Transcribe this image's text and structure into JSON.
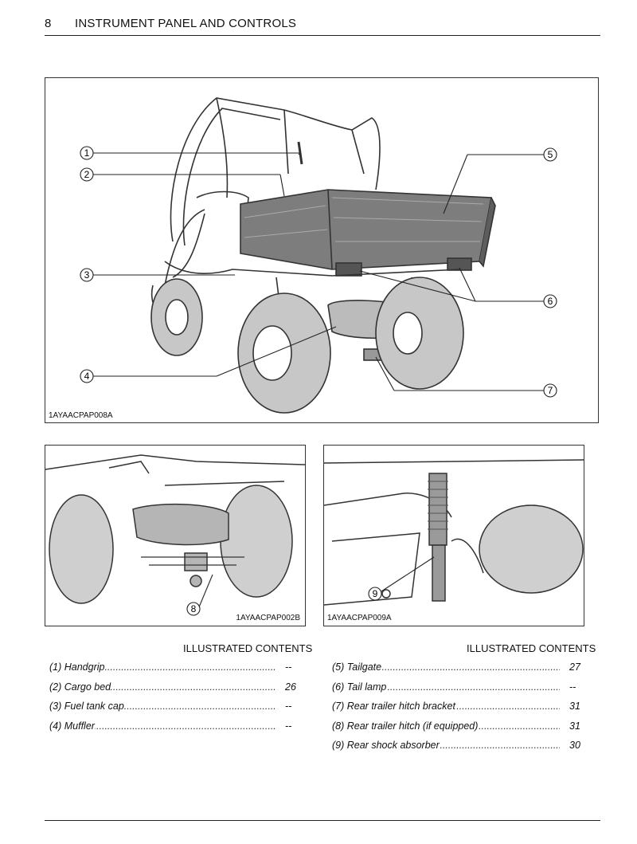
{
  "header": {
    "page_number": "8",
    "title": "INSTRUMENT PANEL AND CONTROLS"
  },
  "figures": {
    "main": {
      "code": "1AYAACPAP008A",
      "callouts": [
        "1",
        "2",
        "3",
        "4",
        "5",
        "6",
        "7"
      ]
    },
    "left": {
      "code": "1AYAACPAP002B",
      "callouts": [
        "8"
      ]
    },
    "right": {
      "code": "1AYAACPAP009A",
      "callouts": [
        "9"
      ]
    }
  },
  "contents": {
    "heading_left": "ILLUSTRATED CONTENTS",
    "heading_right": "ILLUSTRATED CONTENTS",
    "left": [
      {
        "label": "(1) Handgrip",
        "page": "--"
      },
      {
        "label": "(2) Cargo bed",
        "page": "26"
      },
      {
        "label": "(3) Fuel tank cap",
        "page": "--"
      },
      {
        "label": "(4) Muffler",
        "page": "--"
      }
    ],
    "right": [
      {
        "label": "(5) Tailgate",
        "page": "27"
      },
      {
        "label": "(6) Tail lamp",
        "page": "--"
      },
      {
        "label": "(7) Rear trailer hitch bracket",
        "page": "31"
      },
      {
        "label": "(8) Rear trailer hitch (if equipped)",
        "page": "31"
      },
      {
        "label": "(9) Rear shock absorber",
        "page": "30"
      }
    ]
  }
}
